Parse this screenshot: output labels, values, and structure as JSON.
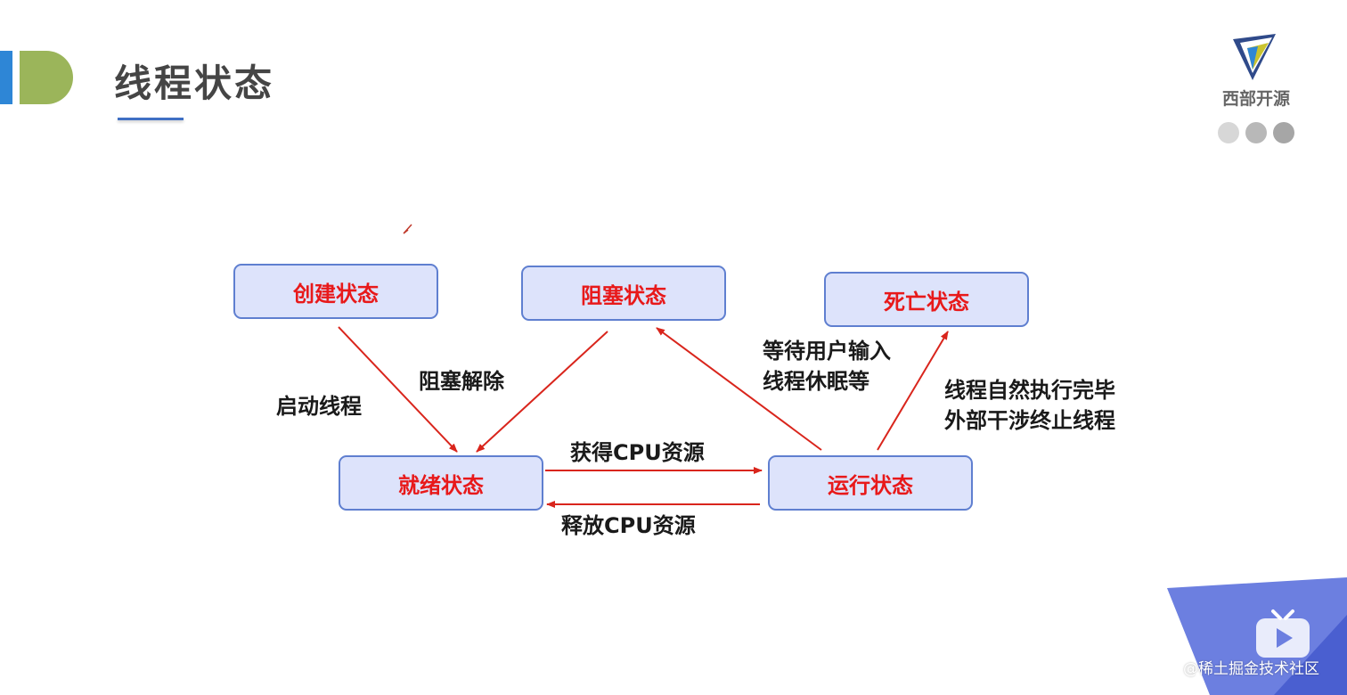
{
  "slide": {
    "title": "线程状态"
  },
  "logo": {
    "text": "西部开源"
  },
  "states": {
    "created": "创建状态",
    "blocked": "阻塞状态",
    "dead": "死亡状态",
    "ready": "就绪状态",
    "running": "运行状态"
  },
  "transitions": {
    "start_thread": "启动线程",
    "unblock": "阻塞解除",
    "wait_input": "等待用户输入",
    "thread_sleep": "线程休眠等",
    "finish_natural": "线程自然执行完毕",
    "finish_external": "外部干涉终止线程",
    "acquire_cpu": "获得CPU资源",
    "release_cpu": "释放CPU资源"
  },
  "watermark": {
    "text": "@稀土掘金技术社区"
  },
  "colors": {
    "state_text": "#e8191a",
    "box_fill": "#dde3fb",
    "box_border": "#5f7fd0",
    "arrow": "#d9251c",
    "accent_blue": "#2e86d6",
    "accent_green": "#9bb55a",
    "corner_blue": "#6c7fe0"
  }
}
